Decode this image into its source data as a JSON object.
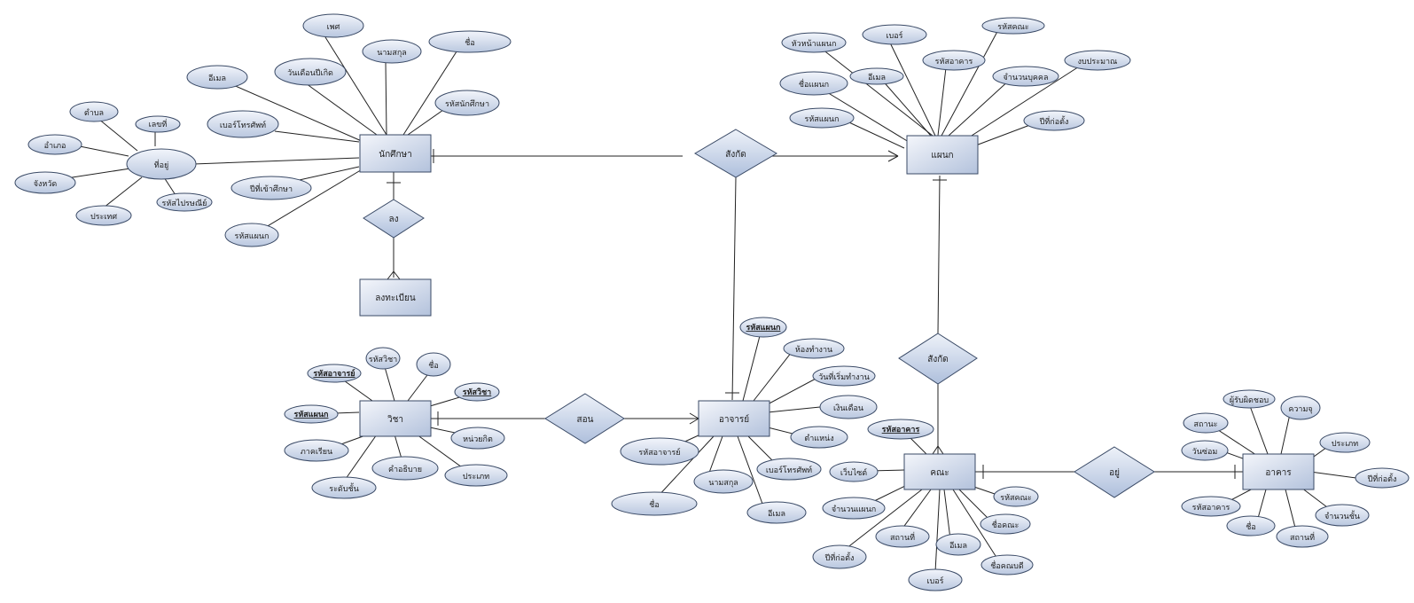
{
  "entities": {
    "student": "นักศึกษา",
    "register": "ลงทะเบียน",
    "department": "แผนก",
    "subject": "วิชา",
    "teacher": "อาจารย์",
    "faculty": "คณะ",
    "building": "อาคาร"
  },
  "relationships": {
    "belong1": "สังกัด",
    "enroll": "ลง",
    "belong2": "สังกัด",
    "teach": "สอน",
    "located": "อยู่"
  },
  "attributes": {
    "s_gender": "เพศ",
    "s_lastname": "นามสกุล",
    "s_name": "ชื่อ",
    "s_email": "อีเมล",
    "s_birth": "วันเดือนปีเกิด",
    "s_id": "รหัสนักศึกษา",
    "s_phone": "เบอร์โทรศัพท์",
    "s_address": "ที่อยู่",
    "s_year": "ปีที่เข้าศึกษา",
    "s_dept": "รหัสแผนก",
    "a_subdistrict": "ตำบล",
    "a_number": "เลขที่",
    "a_district": "อำเภอ",
    "a_province": "จังหวัด",
    "a_country": "ประเทศ",
    "a_postal": "รหัสไปรษณีย์",
    "d_head": "หัวหน้าแผนก",
    "d_phone": "เบอร์",
    "d_faculty": "รหัสคณะ",
    "d_name": "ชื่อแผนก",
    "d_email": "อีเมล",
    "d_building": "รหัสอาคาร",
    "d_staff": "จำนวนบุคคล",
    "d_budget": "งบประมาณ",
    "d_id": "รหัสแผนก",
    "d_year": "ปีที่ก่อตั้ง",
    "sub_teacher": "รหัสอาจารย์",
    "sub_code": "รหัสวิชา",
    "sub_name": "ชื่อ",
    "sub_id": "รหัสวิชา",
    "sub_dept": "รหัสแผนก",
    "sub_credit": "หน่วยกิต",
    "sub_term": "ภาคเรียน",
    "sub_desc": "คำอธิบาย",
    "sub_level": "ระดับชั้น",
    "sub_type": "ประเภท",
    "t_dept": "รหัสแผนก",
    "t_room": "ห้องทำงาน",
    "t_start": "วันที่เริ่มทำงาน",
    "t_salary": "เงินเดือน",
    "t_position": "ตำแหน่ง",
    "t_id": "รหัสอาจารย์",
    "t_phone": "เบอร์โทรศัพท์",
    "t_lastname": "นามสกุล",
    "t_name": "ชื่อ",
    "t_email": "อีเมล",
    "f_building": "รหัสอาคาร",
    "f_web": "เว็บไซต์",
    "f_depts": "จำนวนแผนก",
    "f_place": "สถานที่",
    "f_year": "ปีที่ก่อตั้ง",
    "f_phone": "เบอร์",
    "f_email": "อีเมล",
    "f_id": "รหัสคณะ",
    "f_name": "ชื่อคณะ",
    "f_dean": "ชื่อคณบดี",
    "b_owner": "ผู้รับผิดชอบ",
    "b_capacity": "ความจุ",
    "b_status": "สถานะ",
    "b_type": "ประเภท",
    "b_repair": "วันซ่อม",
    "b_year": "ปีที่ก่อตั้ง",
    "b_id": "รหัสอาคาร",
    "b_floors": "จำนวนชั้น",
    "b_name": "ชื่อ",
    "b_place": "สถานที่"
  }
}
